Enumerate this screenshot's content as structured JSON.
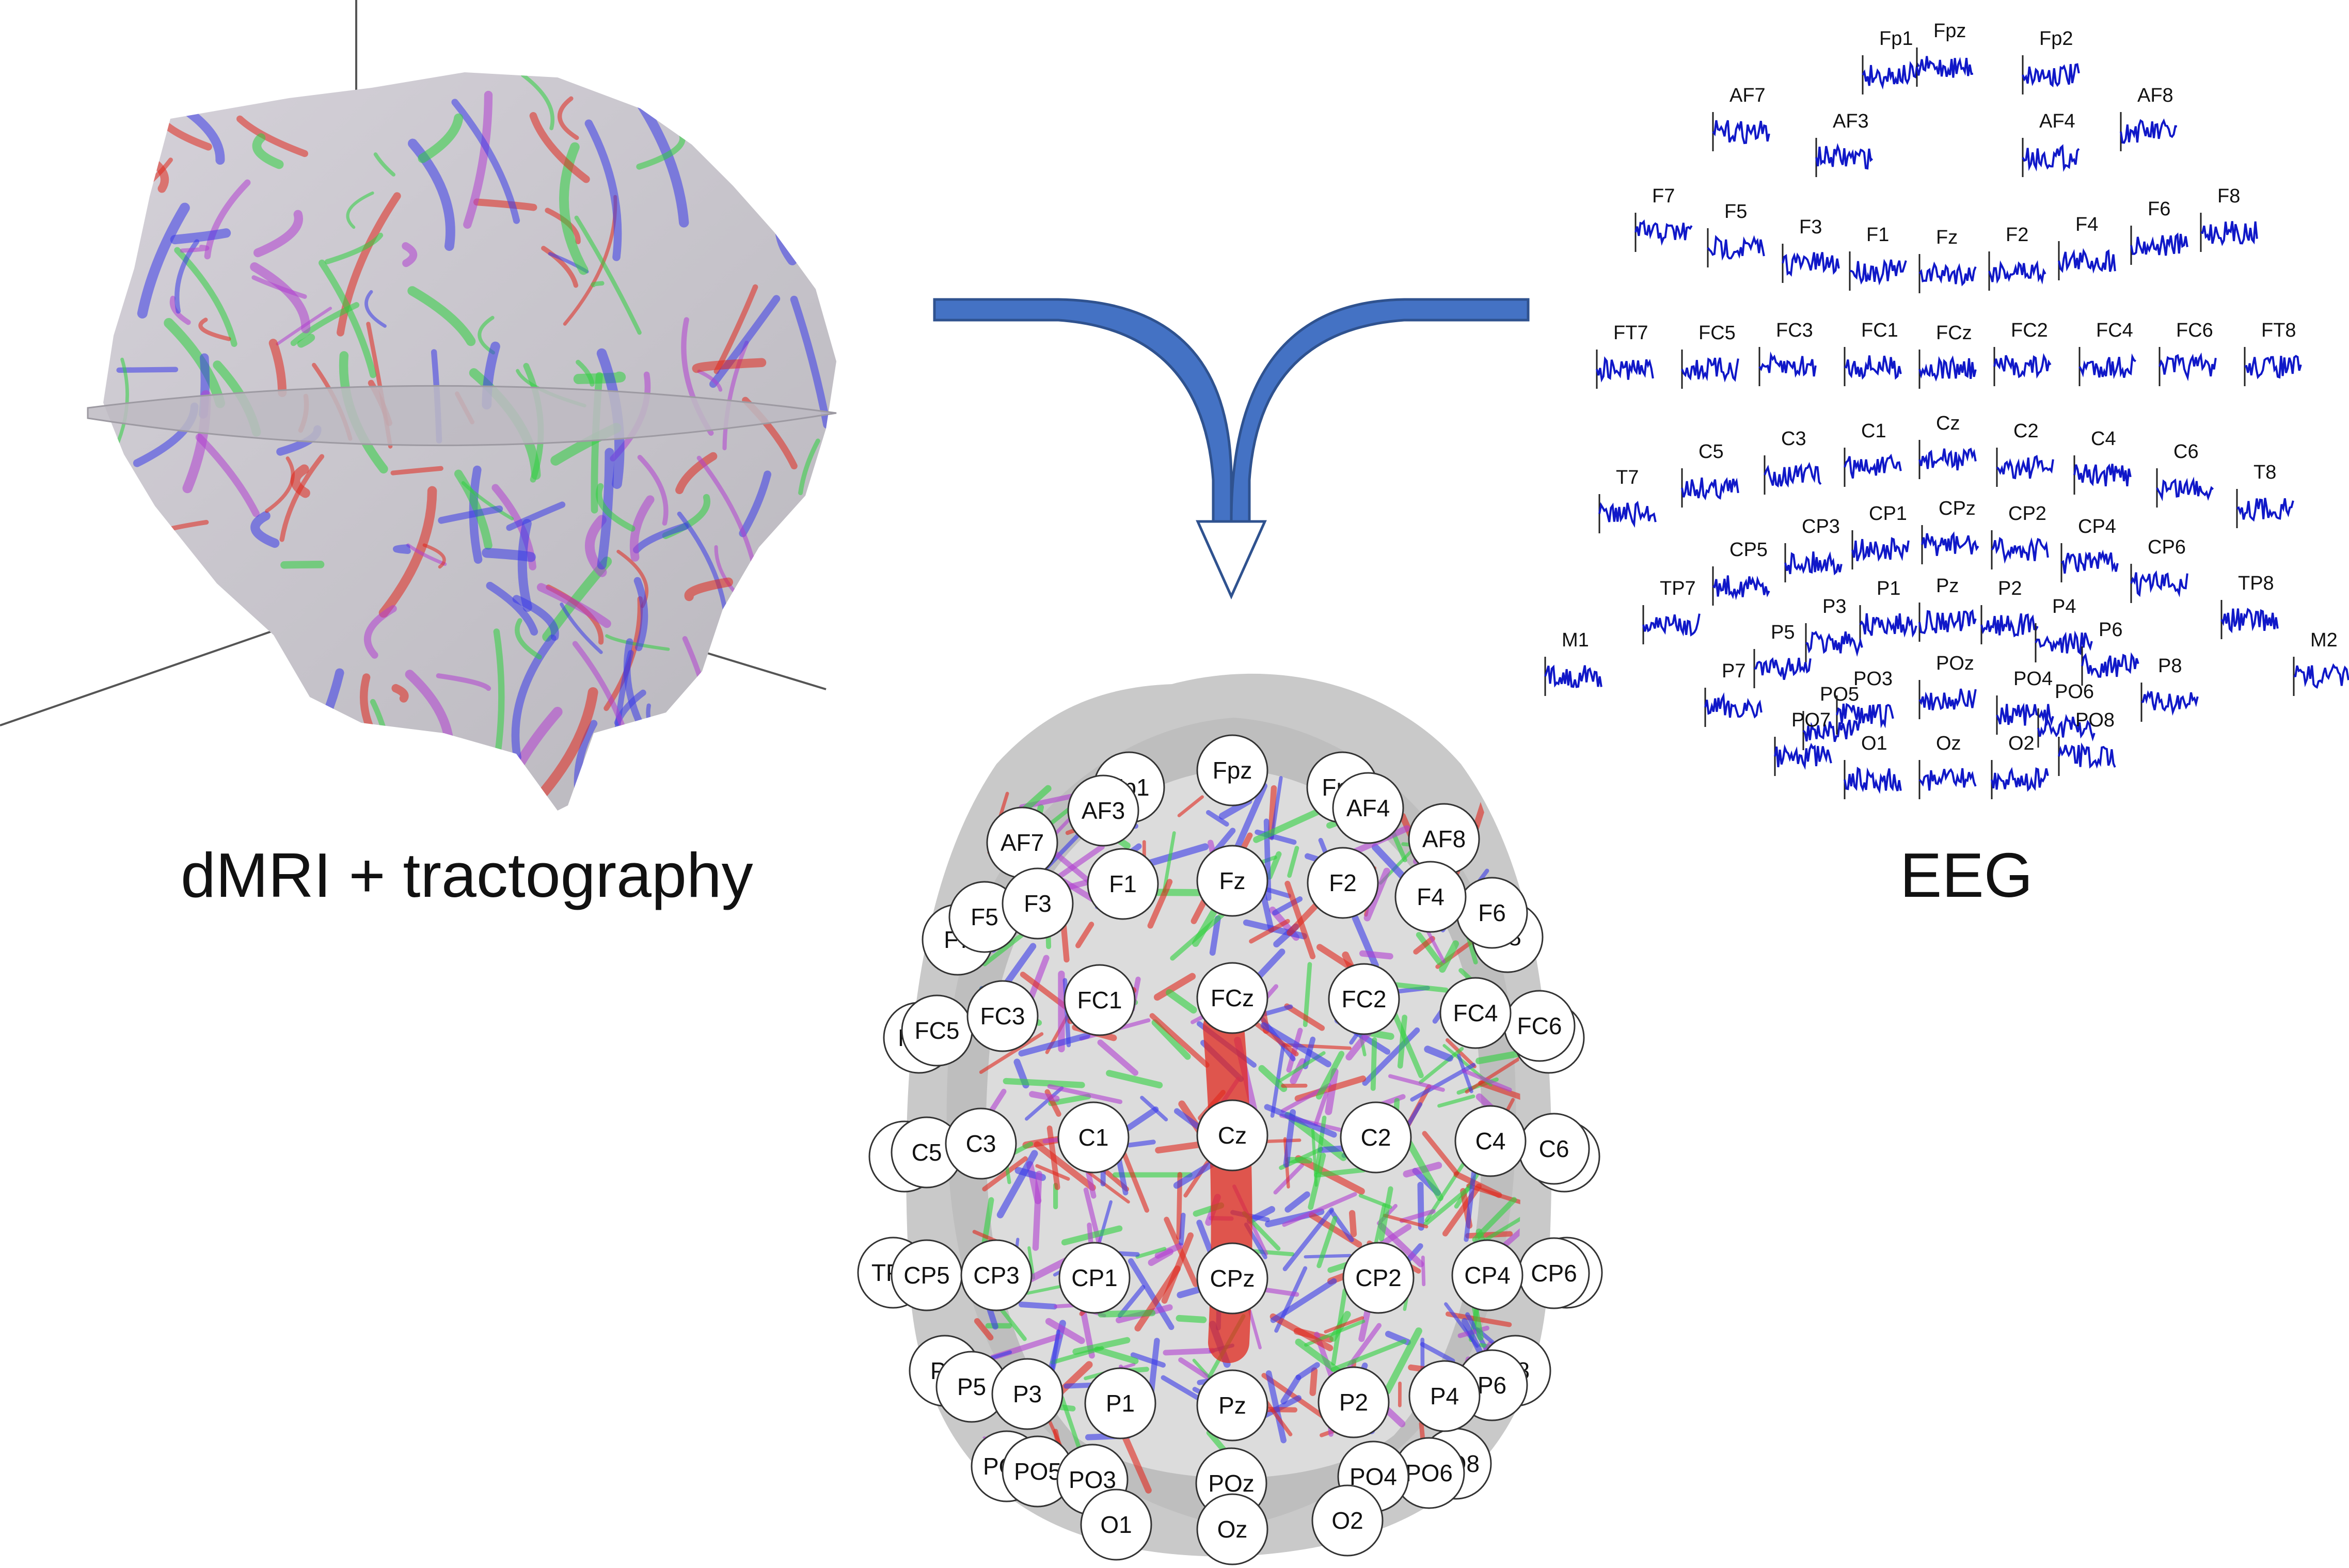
{
  "captions": {
    "left": "dMRI + tractography",
    "right": "EEG"
  },
  "colors": {
    "arrow_fill": "#4472C4",
    "arrow_stroke": "#2F528F",
    "eeg_trace": "#1018C8",
    "tract_red": "#E0281E",
    "tract_green": "#30D040",
    "tract_blue": "#3A3AE8",
    "tract_magenta": "#B040D0",
    "head_gray": "#C8C8C8"
  },
  "eeg_channels": [
    "Fp1",
    "Fpz",
    "Fp2",
    "AF7",
    "AF3",
    "AF4",
    "AF8",
    "F7",
    "F5",
    "F3",
    "F1",
    "Fz",
    "F2",
    "F4",
    "F6",
    "F8",
    "FT7",
    "FC5",
    "FC3",
    "FC1",
    "FCz",
    "FC2",
    "FC4",
    "FC6",
    "FT8",
    "T7",
    "C5",
    "C3",
    "C1",
    "Cz",
    "C2",
    "C4",
    "C6",
    "T8",
    "CP5",
    "CP3",
    "CP1",
    "CPz",
    "CP2",
    "CP4",
    "CP6",
    "TP7",
    "P1",
    "Pz",
    "P2",
    "P3",
    "P4",
    "TP8",
    "P5",
    "P6",
    "M1",
    "M2",
    "P7",
    "P8",
    "PO5",
    "PO3",
    "POz",
    "PO4",
    "PO6",
    "PO7",
    "PO8",
    "O1",
    "Oz",
    "O2"
  ],
  "scalp_electrodes": [
    "Fpz",
    "Fp1",
    "Fp2",
    "AF3",
    "AF4",
    "AF7",
    "AF8",
    "F1",
    "Fz",
    "F2",
    "F3",
    "F4",
    "F5",
    "F6",
    "F7",
    "F8",
    "FC1",
    "FCz",
    "FC2",
    "FC3",
    "FC4",
    "FC5",
    "FC6",
    "FT7",
    "FT8",
    "C1",
    "Cz",
    "C2",
    "C3",
    "C4",
    "C5",
    "C6",
    "T7",
    "T8",
    "CP1",
    "CPz",
    "CP2",
    "CP3",
    "CP4",
    "CP5",
    "CP6",
    "TP7",
    "TP8",
    "P1",
    "Pz",
    "P2",
    "P3",
    "P4",
    "P5",
    "P6",
    "P7",
    "P8",
    "PO3",
    "POz",
    "PO4",
    "PO5",
    "PO6",
    "PO7",
    "PO8",
    "O1",
    "Oz",
    "O2"
  ]
}
